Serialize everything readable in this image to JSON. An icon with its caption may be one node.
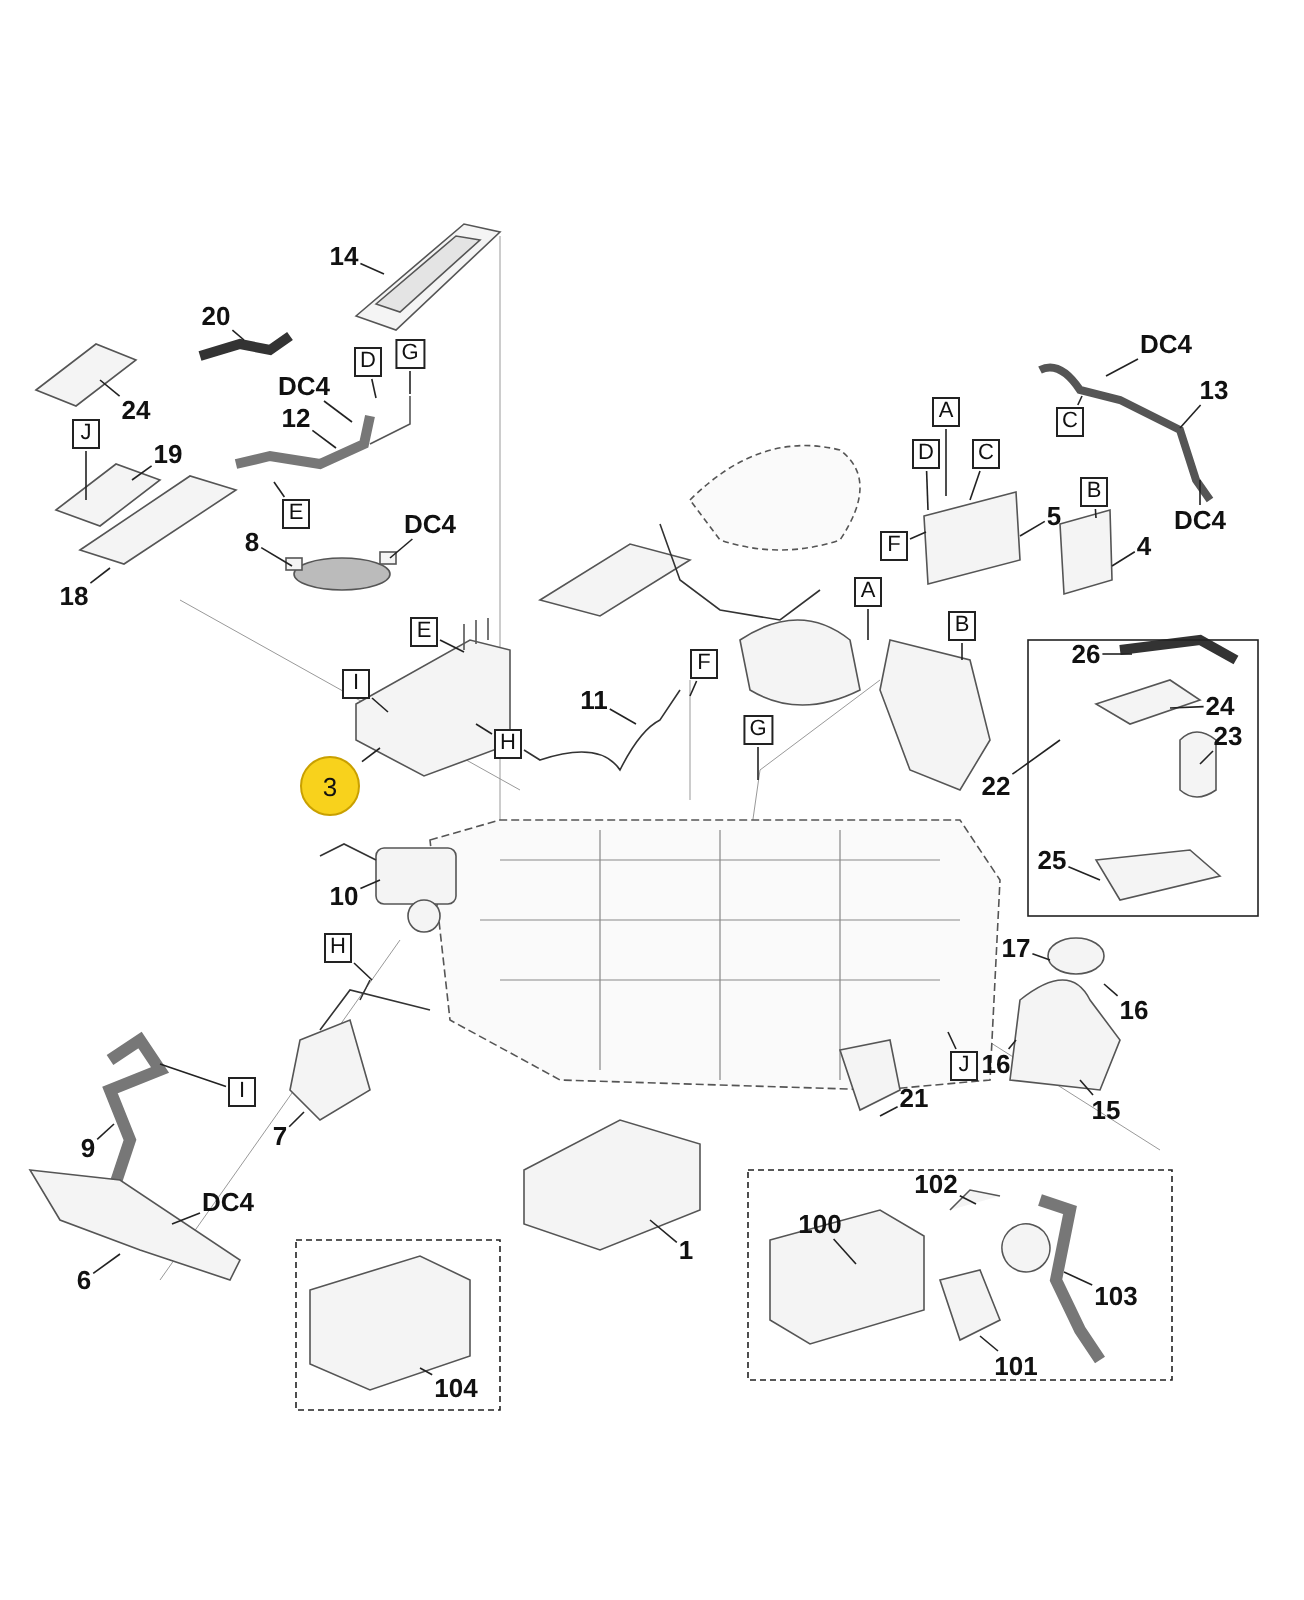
{
  "diagram": {
    "nodes": [
      {
        "text": [
          "14"
        ]
      },
      {
        "text": [
          "20"
        ]
      },
      {
        "text": [
          "24"
        ]
      },
      {
        "text": [
          "D"
        ]
      },
      {
        "text": [
          "G"
        ]
      },
      {
        "text": [
          "DC4"
        ]
      },
      {
        "text": [
          "12"
        ]
      },
      {
        "text": [
          "J"
        ]
      },
      {
        "text": [
          "19"
        ]
      },
      {
        "text": [
          "E"
        ]
      },
      {
        "text": [
          "8"
        ]
      },
      {
        "text": [
          "DC4"
        ]
      },
      {
        "text": [
          "18"
        ]
      },
      {
        "text": [
          "E"
        ]
      },
      {
        "text": [
          "I"
        ]
      },
      {
        "text": [
          "H"
        ]
      },
      {
        "text": [
          "3"
        ]
      },
      {
        "text": [
          "11"
        ]
      },
      {
        "text": [
          "A"
        ]
      },
      {
        "text": [
          "D"
        ]
      },
      {
        "text": [
          "C"
        ]
      },
      {
        "text": [
          "F"
        ]
      },
      {
        "text": [
          "5"
        ]
      },
      {
        "text": [
          "B"
        ]
      },
      {
        "text": [
          "4"
        ]
      },
      {
        "text": [
          "DC4"
        ]
      },
      {
        "text": [
          "13"
        ]
      },
      {
        "text": [
          "C"
        ]
      },
      {
        "text": [
          "DC4"
        ]
      },
      {
        "text": [
          "A"
        ]
      },
      {
        "text": [
          "B"
        ]
      },
      {
        "text": [
          "F"
        ]
      },
      {
        "text": [
          "G"
        ]
      },
      {
        "text": [
          "26"
        ]
      },
      {
        "text": [
          "24"
        ]
      },
      {
        "text": [
          "23"
        ]
      },
      {
        "text": [
          "22"
        ]
      },
      {
        "text": [
          "25"
        ]
      },
      {
        "text": [
          "17"
        ]
      },
      {
        "text": [
          "16"
        ]
      },
      {
        "text": [
          "J"
        ]
      },
      {
        "text": [
          "16"
        ]
      },
      {
        "text": [
          "15"
        ]
      },
      {
        "text": [
          "21"
        ]
      },
      {
        "text": [
          "10"
        ]
      },
      {
        "text": [
          "H"
        ]
      },
      {
        "text": [
          "I"
        ]
      },
      {
        "text": [
          "9"
        ]
      },
      {
        "text": [
          "7"
        ]
      },
      {
        "text": [
          "DC4"
        ]
      },
      {
        "text": [
          "6"
        ]
      },
      {
        "text": [
          "1"
        ]
      },
      {
        "text": [
          "104"
        ]
      },
      {
        "text": [
          "100"
        ]
      },
      {
        "text": [
          "102"
        ]
      },
      {
        "text": [
          "103"
        ]
      },
      {
        "text": [
          "101"
        ]
      }
    ],
    "edges": [
      {
        "from": 0,
        "to": null,
        "arrow": "none"
      },
      {
        "from": 1,
        "to": null,
        "arrow": "none"
      },
      {
        "from": 2,
        "to": null,
        "arrow": "none"
      },
      {
        "from": 3,
        "to": null,
        "arrow": "none"
      },
      {
        "from": 4,
        "to": null,
        "arrow": "none"
      },
      {
        "from": 5,
        "to": null,
        "arrow": "none"
      },
      {
        "from": 6,
        "to": null,
        "arrow": "none"
      },
      {
        "from": 7,
        "to": null,
        "arrow": "none"
      },
      {
        "from": 8,
        "to": null,
        "arrow": "none"
      },
      {
        "from": 9,
        "to": null,
        "arrow": "none"
      },
      {
        "from": 10,
        "to": null,
        "arrow": "none"
      },
      {
        "from": 11,
        "to": null,
        "arrow": "none"
      },
      {
        "from": 12,
        "to": null,
        "arrow": "none"
      },
      {
        "from": 13,
        "to": null,
        "arrow": "none"
      },
      {
        "from": 14,
        "to": null,
        "arrow": "none"
      },
      {
        "from": 15,
        "to": null,
        "arrow": "none"
      },
      {
        "from": 16,
        "to": null,
        "arrow": "none"
      },
      {
        "from": 17,
        "to": null,
        "arrow": "none"
      },
      {
        "from": 18,
        "to": null,
        "arrow": "none"
      },
      {
        "from": 19,
        "to": null,
        "arrow": "none"
      },
      {
        "from": 20,
        "to": null,
        "arrow": "none"
      },
      {
        "from": 21,
        "to": null,
        "arrow": "none"
      },
      {
        "from": 22,
        "to": null,
        "arrow": "none"
      },
      {
        "from": 23,
        "to": null,
        "arrow": "none"
      },
      {
        "from": 24,
        "to": null,
        "arrow": "none"
      },
      {
        "from": 25,
        "to": null,
        "arrow": "none"
      },
      {
        "from": 26,
        "to": null,
        "arrow": "none"
      },
      {
        "from": 27,
        "to": null,
        "arrow": "none"
      },
      {
        "from": 28,
        "to": null,
        "arrow": "none"
      },
      {
        "from": 29,
        "to": null,
        "arrow": "none"
      },
      {
        "from": 30,
        "to": null,
        "arrow": "none"
      },
      {
        "from": 31,
        "to": null,
        "arrow": "none"
      },
      {
        "from": 32,
        "to": null,
        "arrow": "none"
      },
      {
        "from": 33,
        "to": null,
        "arrow": "none"
      },
      {
        "from": 34,
        "to": null,
        "arrow": "none"
      },
      {
        "from": 35,
        "to": null,
        "arrow": "none"
      },
      {
        "from": 36,
        "to": null,
        "arrow": "none"
      },
      {
        "from": 37,
        "to": null,
        "arrow": "none"
      },
      {
        "from": 38,
        "to": null,
        "arrow": "none"
      },
      {
        "from": 39,
        "to": null,
        "arrow": "none"
      },
      {
        "from": 40,
        "to": null,
        "arrow": "none"
      },
      {
        "from": 41,
        "to": null,
        "arrow": "none"
      },
      {
        "from": 42,
        "to": null,
        "arrow": "none"
      },
      {
        "from": 43,
        "to": null,
        "arrow": "none"
      },
      {
        "from": 44,
        "to": null,
        "arrow": "none"
      },
      {
        "from": 45,
        "to": null,
        "arrow": "none"
      },
      {
        "from": 46,
        "to": null,
        "arrow": "none"
      },
      {
        "from": 47,
        "to": null,
        "arrow": "none"
      },
      {
        "from": 48,
        "to": null,
        "arrow": "none"
      },
      {
        "from": 49,
        "to": null,
        "arrow": "none"
      },
      {
        "from": 50,
        "to": null,
        "arrow": "none"
      },
      {
        "from": 51,
        "to": null,
        "arrow": "none"
      },
      {
        "from": 52,
        "to": null,
        "arrow": "none"
      },
      {
        "from": 53,
        "to": null,
        "arrow": "none"
      },
      {
        "from": 54,
        "to": null,
        "arrow": "none"
      },
      {
        "from": 55,
        "to": null,
        "arrow": "none"
      },
      {
        "from": 56,
        "to": null,
        "arrow": "none"
      }
    ]
  }
}
